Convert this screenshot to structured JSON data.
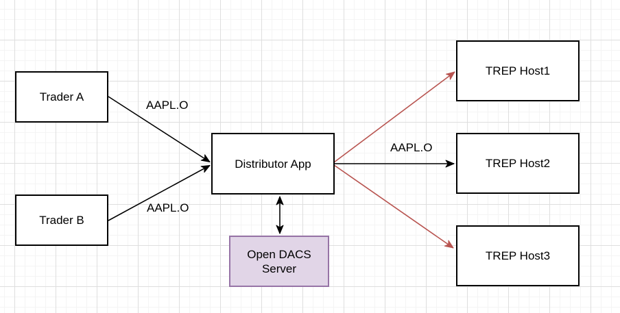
{
  "canvas": {
    "background": "#ffffff",
    "grid_minor_color": "#f4f4f4",
    "grid_major_color": "#dedede"
  },
  "nodes": {
    "trader_a": {
      "label": "Trader A"
    },
    "trader_b": {
      "label": "Trader B"
    },
    "distributor_app": {
      "label": "Distributor App"
    },
    "open_dacs_server": {
      "label": "Open DACS Server"
    },
    "trep_host1": {
      "label": "TREP Host1"
    },
    "trep_host2": {
      "label": "TREP Host2"
    },
    "trep_host3": {
      "label": "TREP Host3"
    }
  },
  "node_styles": {
    "default_fill": "#ffffff",
    "default_border": "#000000",
    "dacs_fill": "#e1d5e7",
    "dacs_border": "#9673a6"
  },
  "edges": {
    "trader_a_to_distributor": {
      "label": "AAPL.O",
      "color": "#000000",
      "arrow": "end"
    },
    "trader_b_to_distributor": {
      "label": "AAPL.O",
      "color": "#000000",
      "arrow": "end"
    },
    "distributor_to_trep_host2": {
      "label": "AAPL.O",
      "color": "#000000",
      "arrow": "end"
    },
    "distributor_to_trep_host1": {
      "color": "#b85450",
      "arrow": "end"
    },
    "distributor_to_trep_host3": {
      "color": "#b85450",
      "arrow": "end"
    },
    "distributor_to_open_dacs": {
      "color": "#000000",
      "arrow": "both"
    }
  }
}
